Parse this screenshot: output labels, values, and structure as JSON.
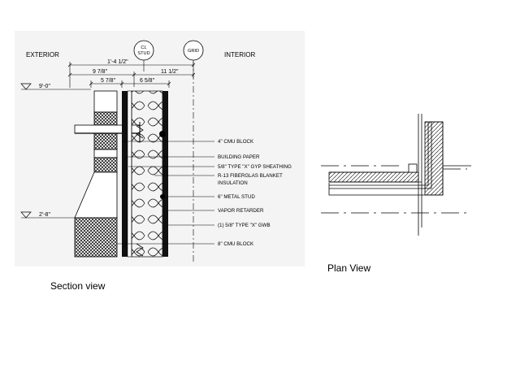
{
  "section": {
    "caption": "Section view",
    "exterior_label": "EXTERIOR",
    "interior_label": "INTERIOR",
    "cl_stud_tag": [
      "CL",
      "STUD"
    ],
    "grid_tag": "GRID",
    "dimensions": {
      "overall": "1'-4 1/2\"",
      "left_span": "9 7/8\"",
      "right_span": "11 1/2\"",
      "brick": "5 7/8\"",
      "stud": "6 5/8\""
    },
    "elevations": {
      "upper": "9'-0\"",
      "lower": "2'-8\""
    },
    "callouts": [
      "4\" CMU BLOCK",
      "BUILDING PAPER",
      "5/8\" TYPE \"X\" GYP SHEATHING",
      "R-13 FIBERGLAS BLANKET",
      "INSULATION",
      "6\" METAL STUD",
      "VAPOR RETARDER",
      "(1) 5/8\" TYPE \"X\" GWB",
      "8\" CMU BLOCK"
    ]
  },
  "plan": {
    "caption": "Plan View"
  }
}
